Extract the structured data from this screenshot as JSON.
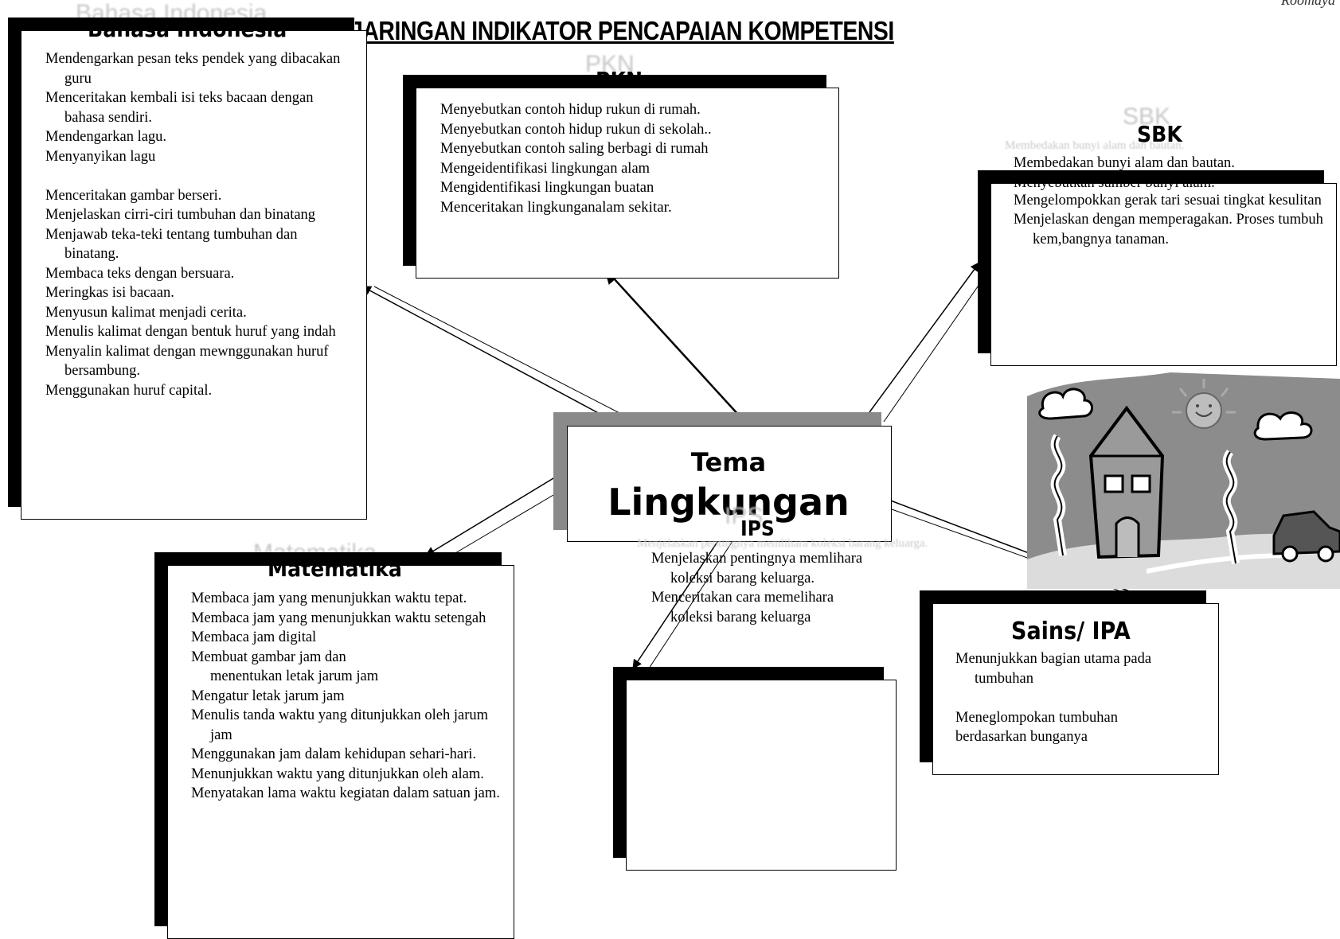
{
  "author": "Roomaya",
  "title": "JARINGAN INDIKATOR PENCAPAIAN KOMPETENSI",
  "center": {
    "line1": "Tema",
    "line2": "Lingkungan"
  },
  "bahasa": {
    "heading": "Bahasa Indonesia",
    "items": [
      "Mendengarkan pesan teks pendek yang dibacakan guru",
      "Menceritakan kembali isi teks bacaan dengan bahasa sendiri.",
      "Mendengarkan lagu.",
      "Menyanyikan lagu",
      "",
      "Menceritakan gambar berseri.",
      "Menjelaskan cirri-ciri tumbuhan dan binatang",
      "Menjawab teka-teki tentang  tumbuhan dan binatang.",
      "Membaca teks dengan bersuara.",
      "Meringkas isi bacaan.",
      "Menyusun kalimat menjadi cerita.",
      "Menulis kalimat dengan bentuk huruf yang indah",
      "Menyalin kalimat dengan mewnggunakan huruf bersambung.",
      "Menggunakan huruf capital."
    ]
  },
  "pkn": {
    "heading": "PKN",
    "items": [
      "Menyebutkan  contoh hidup rukun di rumah.",
      "Menyebutkan contoh hidup rukun di sekolah..",
      "Menyebutkan contoh saling berbagi di rumah",
      "Mengeidentifikasi lingkungan alam",
      "Mengidentifikasi lingkungan buatan",
      "Menceritakan lingkunganalam sekitar."
    ]
  },
  "sbk": {
    "heading": "SBK",
    "items": [
      "Membedakan bunyi alam dan bautan.",
      "Menyebutkan sumber bunyi alam.",
      "Mengelompokkan gerak tari sesuai tingkat kesulitan",
      "Menjelaskan dengan memperagakan. Proses tumbuh kem,bangnya tanaman."
    ]
  },
  "matematika": {
    "heading": "Matematika",
    "items": [
      "Membaca jam yang menunjukkan waktu tepat.",
      "Membaca jam yang menunjukkan waktu setengah",
      "Membaca jam digital",
      "Membuat gambar jam  dan menentukan letak jarum jam",
      "Mengatur letak jarum jam",
      "Menulis tanda waktu yang ditunjukkan oleh jarum jam",
      "Menggunakan jam dalam kehidupan sehari-hari.",
      "Menunjukkan waktu yang ditunjukkan oleh alam.",
      "Menyatakan lama waktu kegiatan dalam satuan jam."
    ]
  },
  "ips": {
    "heading": "IPS",
    "items": [
      "Menjelaskan pentingnya memlihara koleksi barang keluarga.",
      "Menceritakan cara memelihara koleksi barang keluarga"
    ]
  },
  "sains": {
    "heading": "Sains/ IPA",
    "items": [
      "Menunjukkan bagian utama pada tumbuhan",
      "",
      "Meneglompokan tumbuhan berdasarkan bunganya"
    ]
  }
}
